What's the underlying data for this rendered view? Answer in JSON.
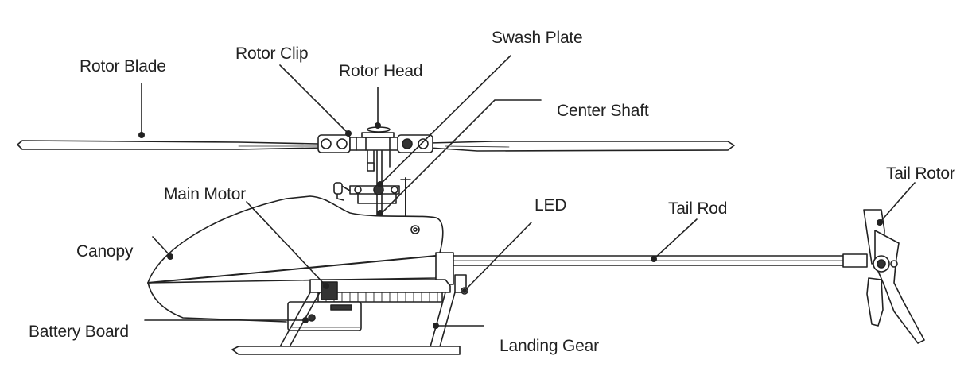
{
  "labels": {
    "rotor_blade": "Rotor Blade",
    "rotor_clip": "Rotor Clip",
    "rotor_head": "Rotor Head",
    "swash_plate": "Swash Plate",
    "center_shaft": "Center Shaft",
    "main_motor": "Main Motor",
    "canopy": "Canopy",
    "battery_board": "Battery Board",
    "led": "LED",
    "tail_rod": "Tail Rod",
    "tail_rotor": "Tail Rotor",
    "landing_gear": "Landing Gear"
  }
}
